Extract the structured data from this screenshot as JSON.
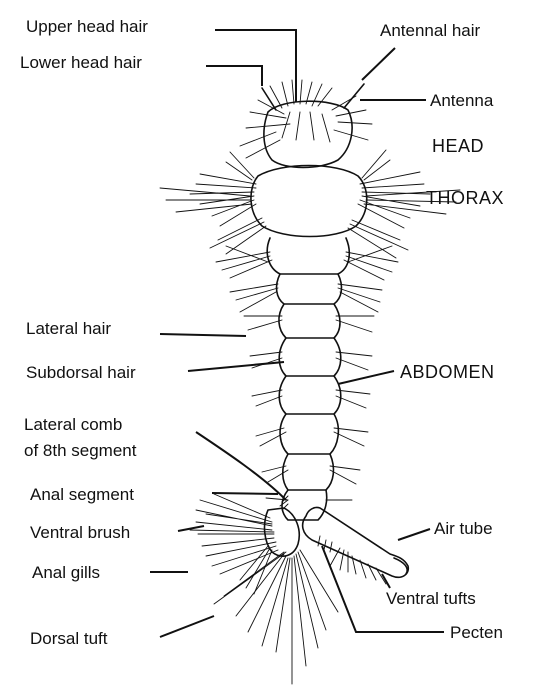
{
  "labels": {
    "upper_head_hair": "Upper head hair",
    "lower_head_hair": "Lower head hair",
    "antennal_hair": "Antennal hair",
    "antenna": "Antenna",
    "head": "HEAD",
    "thorax": "THORAX",
    "lateral_hair": "Lateral hair",
    "subdorsal_hair": "Subdorsal hair",
    "abdomen": "ABDOMEN",
    "lateral_comb_1": "Lateral comb",
    "lateral_comb_2": "of 8th segment",
    "anal_segment": "Anal segment",
    "ventral_brush": "Ventral brush",
    "anal_gills": "Anal gills",
    "dorsal_tuft": "Dorsal tuft",
    "air_tube": "Air tube",
    "ventral_tufts": "Ventral tufts",
    "pecten": "Pecten"
  }
}
